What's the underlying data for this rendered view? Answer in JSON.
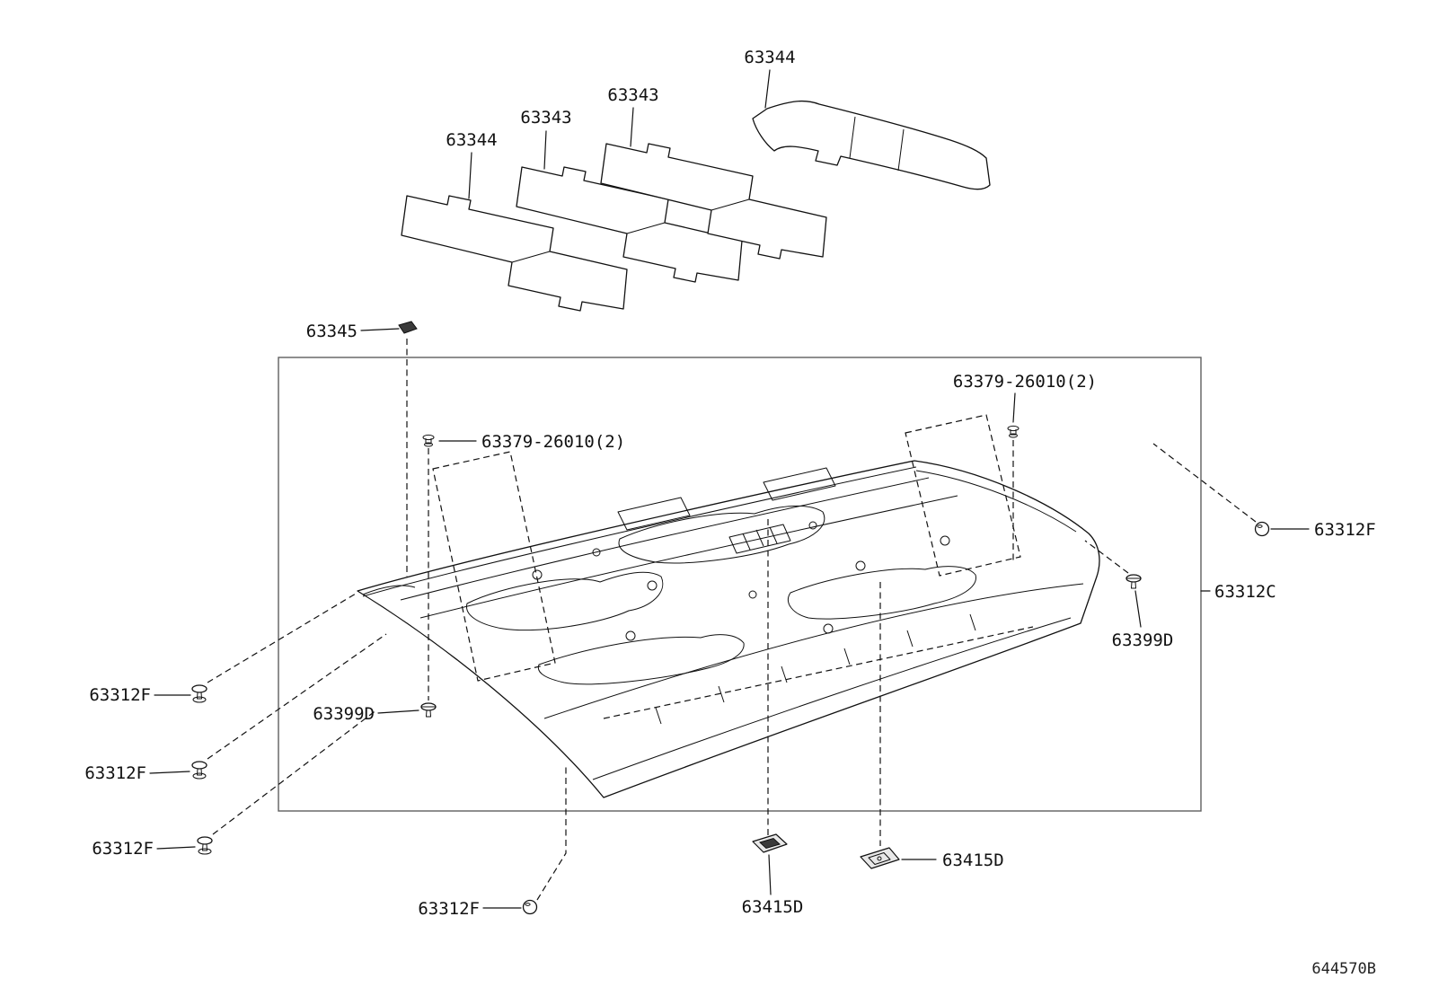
{
  "diagram_code": "644570B",
  "colors": {
    "line": "#111111",
    "frame": "#5f5f5f",
    "background": "#ffffff"
  },
  "labels": [
    {
      "id": "pad-63344-top",
      "text": "63344"
    },
    {
      "id": "pad-63343-upper",
      "text": "63343"
    },
    {
      "id": "pad-63343-lower",
      "text": "63343"
    },
    {
      "id": "pad-63344-left",
      "text": "63344"
    },
    {
      "id": "clip-63345",
      "text": "63345"
    },
    {
      "id": "clip-63379-left",
      "text": "63379-26010(2)"
    },
    {
      "id": "clip-63379-right",
      "text": "63379-26010(2)"
    },
    {
      "id": "fastener-63312F-right",
      "text": "63312F"
    },
    {
      "id": "panel-63312C",
      "text": "63312C"
    },
    {
      "id": "clip-63399D-right",
      "text": "63399D"
    },
    {
      "id": "screw-63312F-left-1",
      "text": "63312F"
    },
    {
      "id": "clip-63399D-left",
      "text": "63399D"
    },
    {
      "id": "screw-63312F-left-2",
      "text": "63312F"
    },
    {
      "id": "screw-63312F-left-3",
      "text": "63312F"
    },
    {
      "id": "fastener-63312F-bottom",
      "text": "63312F"
    },
    {
      "id": "grommet-63415D-center",
      "text": "63415D"
    },
    {
      "id": "grommet-63415D-right",
      "text": "63415D"
    }
  ]
}
